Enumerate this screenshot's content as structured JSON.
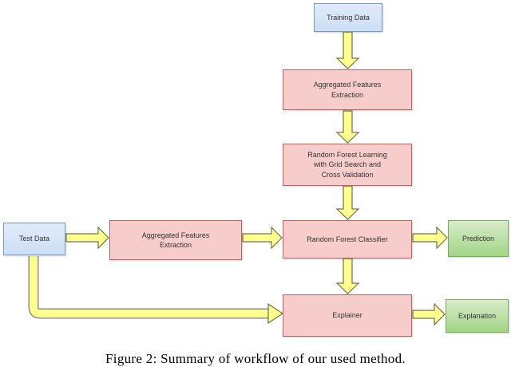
{
  "figure": {
    "caption": "Figure 2: Summary of workflow of our used method."
  },
  "diagram": {
    "nodes": {
      "training_data": {
        "label": "Training Data",
        "type": "data"
      },
      "agg_features_top": {
        "label": "Aggregated Features\nExtraction",
        "type": "process"
      },
      "rf_learning": {
        "label": "Random Forest Learning\nwith Grid Search and\nCross Validation",
        "type": "process"
      },
      "rf_classifier": {
        "label": "Random Forest Classifier",
        "type": "process"
      },
      "test_data": {
        "label": "Test Data",
        "type": "data"
      },
      "agg_features_left": {
        "label": "Aggregated Features\nExtraction",
        "type": "process"
      },
      "prediction": {
        "label": "Prediction",
        "type": "output"
      },
      "explainer": {
        "label": "Explainer",
        "type": "process"
      },
      "explanation": {
        "label": "Explanation",
        "type": "output"
      }
    },
    "edges": [
      {
        "from": "training_data",
        "to": "agg_features_top"
      },
      {
        "from": "agg_features_top",
        "to": "rf_learning"
      },
      {
        "from": "rf_learning",
        "to": "rf_classifier"
      },
      {
        "from": "test_data",
        "to": "agg_features_left"
      },
      {
        "from": "agg_features_left",
        "to": "rf_classifier"
      },
      {
        "from": "rf_classifier",
        "to": "prediction"
      },
      {
        "from": "rf_classifier",
        "to": "explainer"
      },
      {
        "from": "test_data",
        "to": "explainer"
      },
      {
        "from": "explainer",
        "to": "explanation"
      }
    ],
    "colors": {
      "data_fill": "#dae8fc",
      "data_border": "#6c8ebf",
      "process_fill": "#f8cecc",
      "process_border": "#b85450",
      "output_fill_top": "#d8ecc9",
      "output_fill_bottom": "#a2d486",
      "output_border": "#7fa95d",
      "arrow_fill": "#ffff8f",
      "arrow_border": "#73734d",
      "elbow_outline": "#8c8c8c"
    }
  }
}
